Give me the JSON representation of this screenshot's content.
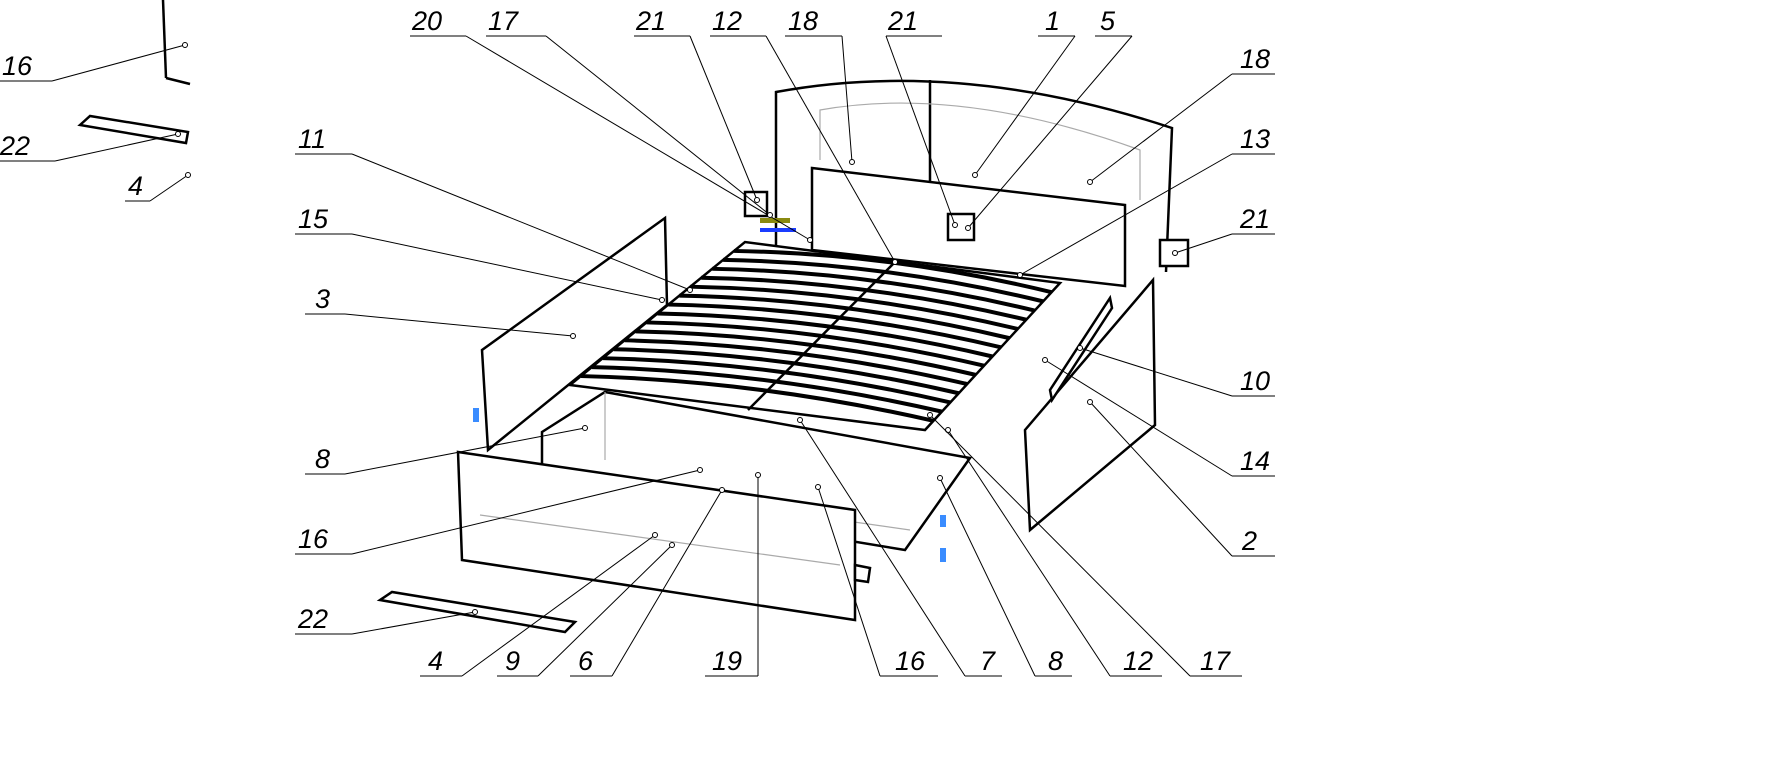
{
  "diagram": {
    "type": "exploded assembly drawing — bed with lift slatted base and drawer",
    "callouts": [
      {
        "text": "16"
      },
      {
        "text": "22"
      },
      {
        "text": "4"
      },
      {
        "text": "20"
      },
      {
        "text": "17"
      },
      {
        "text": "21"
      },
      {
        "text": "12"
      },
      {
        "text": "18"
      },
      {
        "text": "21"
      },
      {
        "text": "1"
      },
      {
        "text": "5"
      },
      {
        "text": "18"
      },
      {
        "text": "13"
      },
      {
        "text": "21"
      },
      {
        "text": "10"
      },
      {
        "text": "14"
      },
      {
        "text": "2"
      },
      {
        "text": "11"
      },
      {
        "text": "15"
      },
      {
        "text": "3"
      },
      {
        "text": "8"
      },
      {
        "text": "16"
      },
      {
        "text": "22"
      },
      {
        "text": "4"
      },
      {
        "text": "9"
      },
      {
        "text": "6"
      },
      {
        "text": "19"
      },
      {
        "text": "16"
      },
      {
        "text": "7"
      },
      {
        "text": "8"
      },
      {
        "text": "12"
      },
      {
        "text": "17"
      }
    ],
    "colors": {
      "line": "#000000",
      "hidden": "#aaaaaa",
      "fastener_blue": "#1a3cff",
      "fastener_light_blue": "#3a8cff",
      "fastener_red": "#e01010",
      "fastener_olive": "#8a8a10"
    }
  }
}
